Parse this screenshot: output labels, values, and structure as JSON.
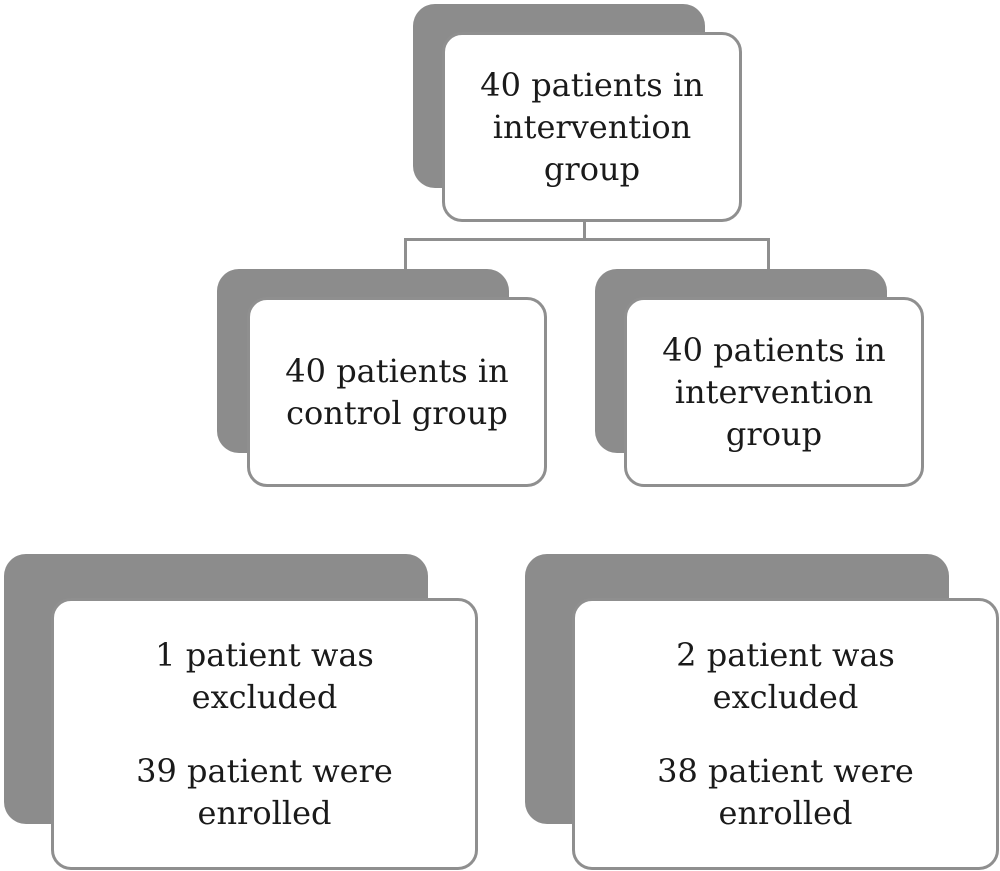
{
  "diagram": {
    "top_box": {
      "lines": [
        "40 patients in",
        "intervention",
        "group"
      ]
    },
    "left_group_box": {
      "lines": [
        "40 patients in",
        "control group"
      ]
    },
    "right_group_box": {
      "lines": [
        "40 patients in",
        "intervention",
        "group"
      ]
    },
    "left_outcome_box": {
      "excluded_lines": [
        "1 patient was",
        "excluded"
      ],
      "enrolled_lines": [
        "39 patient were",
        "enrolled"
      ]
    },
    "right_outcome_box": {
      "excluded_lines": [
        "2 patient was",
        "excluded"
      ],
      "enrolled_lines": [
        "38 patient were",
        "enrolled"
      ]
    }
  }
}
